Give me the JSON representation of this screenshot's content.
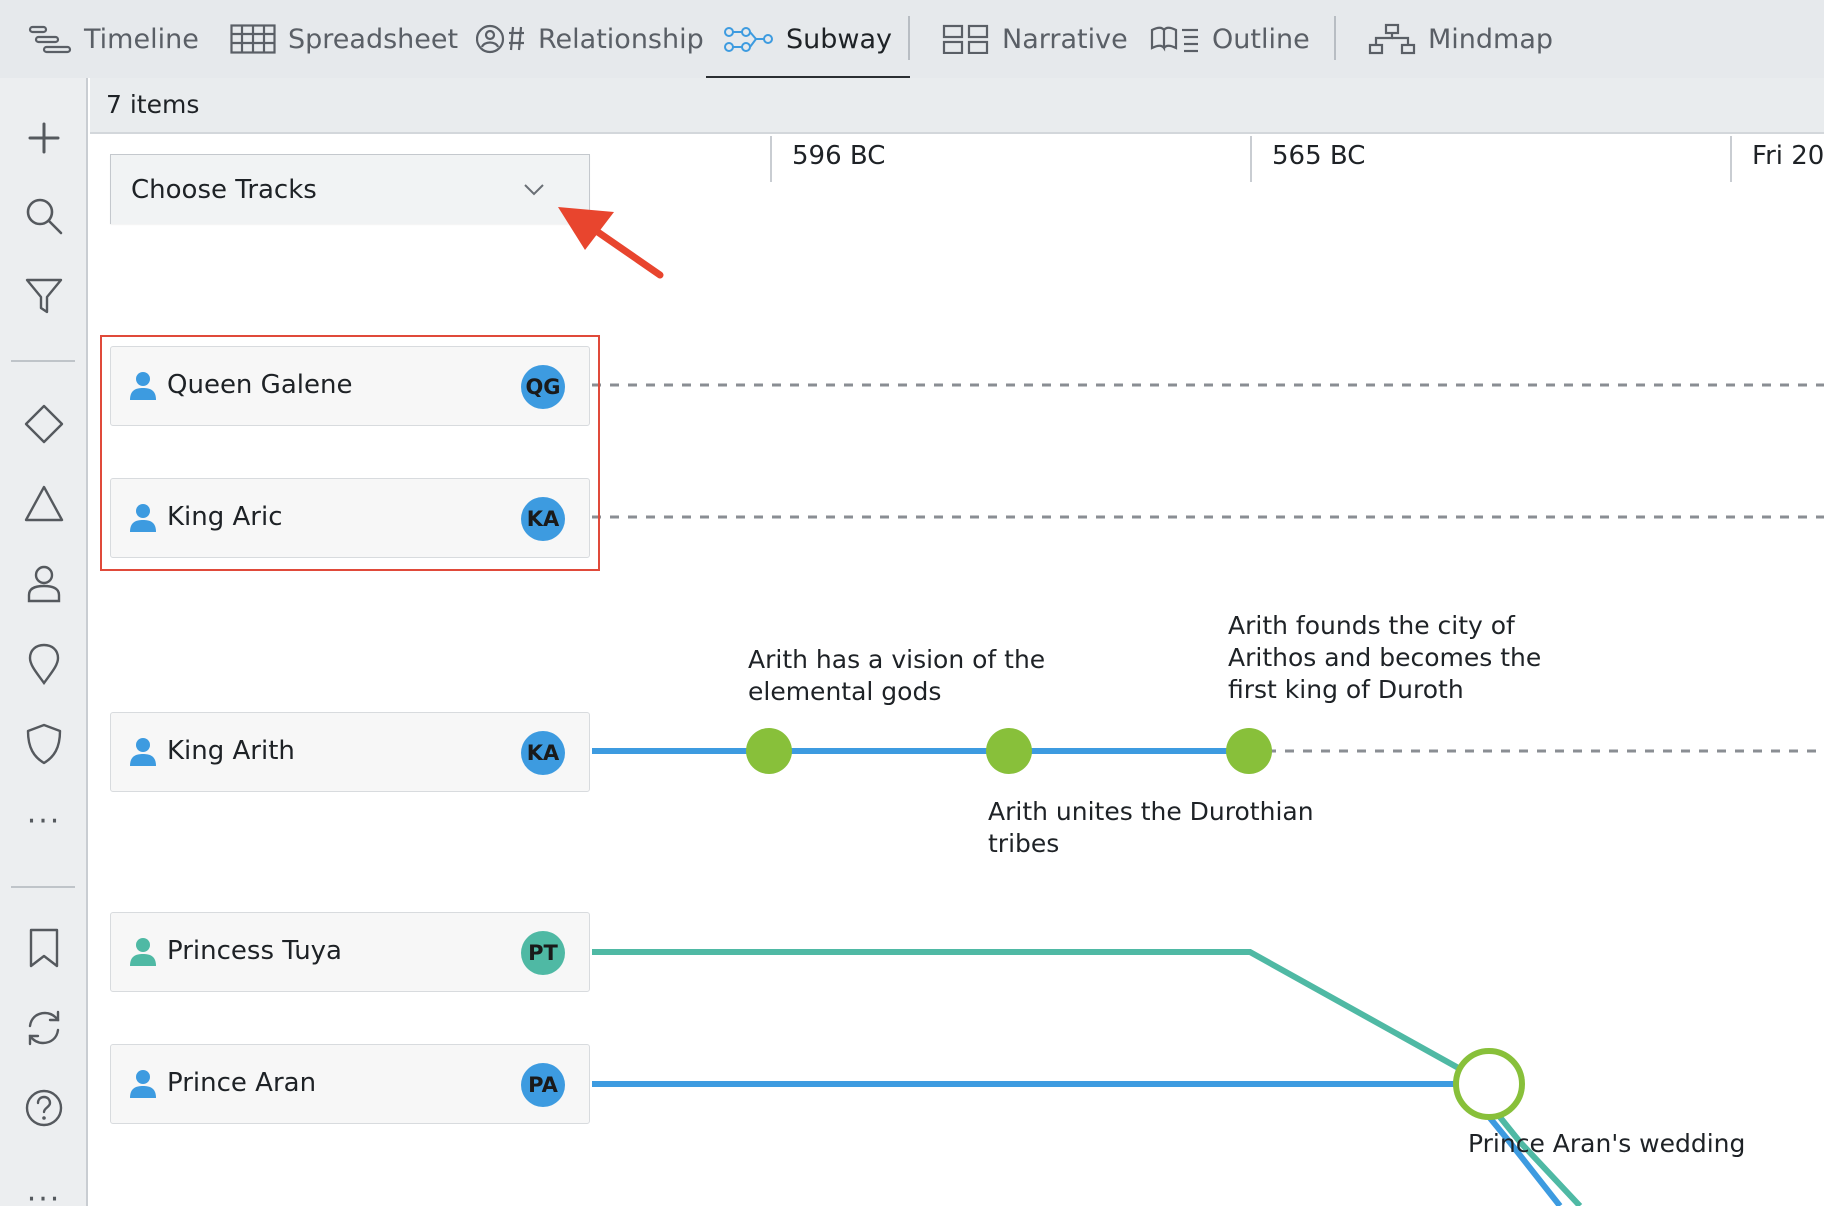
{
  "tabs": [
    {
      "label": "Timeline",
      "icon": "timeline-icon"
    },
    {
      "label": "Spreadsheet",
      "icon": "spreadsheet-icon"
    },
    {
      "label": "Relationship",
      "icon": "relationship-icon"
    },
    {
      "label": "Subway",
      "icon": "subway-icon",
      "active": true
    },
    {
      "label": "Narrative",
      "icon": "narrative-icon"
    },
    {
      "label": "Outline",
      "icon": "outline-icon"
    },
    {
      "label": "Mindmap",
      "icon": "mindmap-icon"
    }
  ],
  "sidebar": {
    "icons": [
      "plus-icon",
      "search-icon",
      "filter-icon",
      "diamond-icon",
      "triangle-icon",
      "person-icon",
      "location-pin-icon",
      "shield-icon",
      "more-icon",
      "bookmark-icon",
      "sync-icon",
      "help-icon",
      "more-icon"
    ]
  },
  "items_count": "7 items",
  "dates": [
    "596 BC",
    "565 BC",
    "Fri 20"
  ],
  "choose_tracks": {
    "label": "Choose Tracks"
  },
  "tracks": [
    {
      "name": "Queen Galene",
      "initials": "QG",
      "color": "#3d9be0"
    },
    {
      "name": "King Aric",
      "initials": "KA",
      "color": "#3d9be0"
    },
    {
      "name": "King Arith",
      "initials": "KA",
      "color": "#3d9be0"
    },
    {
      "name": "Princess Tuya",
      "initials": "PT",
      "color": "#4fb9a4"
    },
    {
      "name": "Prince Aran",
      "initials": "PA",
      "color": "#3d9be0"
    }
  ],
  "events": {
    "vision": "Arith has a vision of the elemental gods",
    "unites": "Arith unites the Durothian tribes",
    "founds": "Arith founds the city of Arithos and becomes the first king of Duroth",
    "wedding": "Prince Aran's wedding"
  },
  "colors": {
    "accent_blue": "#3d9be0",
    "teal": "#4fb9a4",
    "event_green": "#88c03a",
    "highlight_red": "#e04a3a",
    "arrow_red": "#e8452e"
  }
}
